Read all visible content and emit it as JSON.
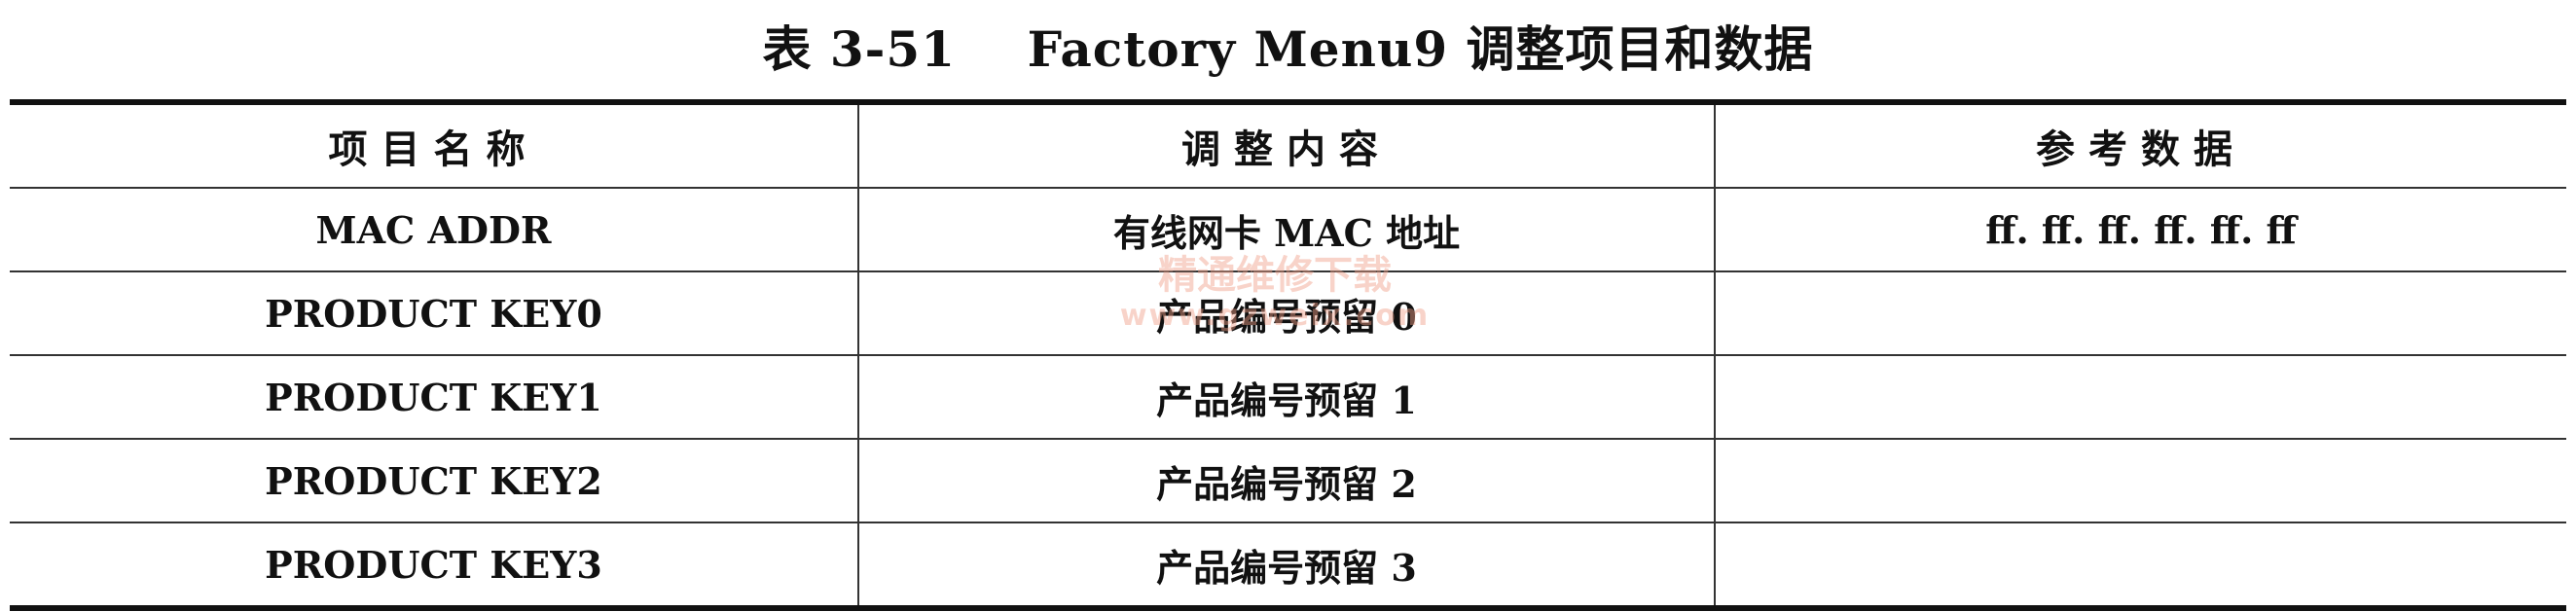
{
  "caption": "表 3-51    Factory Menu9 调整项目和数据",
  "table": {
    "headers": [
      "项目名称",
      "调整内容",
      "参考数据"
    ],
    "rows": [
      [
        "MAC ADDR",
        "有线网卡 MAC 地址",
        "ff. ff. ff. ff. ff. ff"
      ],
      [
        "PRODUCT KEY0",
        "产品编号预留 0",
        ""
      ],
      [
        "PRODUCT KEY1",
        "产品编号预留 1",
        ""
      ],
      [
        "PRODUCT KEY2",
        "产品编号预留 2",
        ""
      ],
      [
        "PRODUCT KEY3",
        "产品编号预留 3",
        ""
      ]
    ]
  },
  "watermark": {
    "line1": "精通维修下载",
    "line2": "www.gzweix.com"
  }
}
